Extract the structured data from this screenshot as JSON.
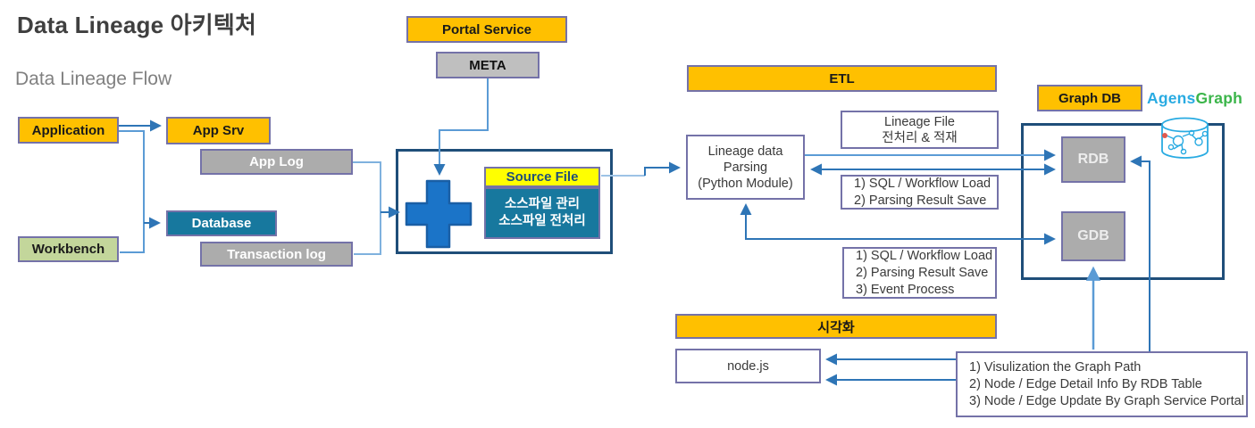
{
  "slide": {
    "title": "Data Lineage 아키텍처",
    "subtitle": "Data Lineage Flow"
  },
  "sources": {
    "application": "Application",
    "workbench": "Workbench",
    "app_srv": "App Srv",
    "app_log": "App Log",
    "database": "Database",
    "transaction_log": "Transaction log"
  },
  "portal": {
    "portal_service": "Portal Service",
    "meta": "META"
  },
  "source_file_module": {
    "header": "Source File",
    "desc_line1": "소스파일 관리",
    "desc_line2": "소스파일 전처리"
  },
  "etl": {
    "header": "ETL",
    "parsing_line1": "Lineage data",
    "parsing_line2": "Parsing",
    "parsing_line3": "(Python Module)",
    "lineage_file_line1": "Lineage File",
    "lineage_file_line2": "전처리 & 적재",
    "rdb_note_line1": "1) SQL / Workflow Load",
    "rdb_note_line2": "2) Parsing Result Save",
    "gdb_note_line1": "1) SQL / Workflow Load",
    "gdb_note_line2": "2) Parsing Result Save",
    "gdb_note_line3": "3) Event Process"
  },
  "graphdb": {
    "header": "Graph DB",
    "brand_agens": "Agens",
    "brand_graph": "Graph",
    "rdb": "RDB",
    "gdb": "GDB"
  },
  "visualization": {
    "header": "시각화",
    "nodejs": "node.js",
    "note_line1": "1) Visulization the Graph Path",
    "note_line2": "2) Node / Edge Detail Info By RDB Table",
    "note_line3": "3) Node / Edge Update By Graph Service Portal"
  },
  "colors": {
    "accent_orange": "#FFC000",
    "accent_yellow": "#FFFF00",
    "teal": "#17789E",
    "green": "#C3D69B",
    "gray_box": "#ACACAC",
    "meta_gray": "#BFBFBF",
    "border_purple": "#7472A8",
    "container_navy": "#1F4E79",
    "arrow_blue": "#2E75B6",
    "arrow_light": "#5B9BD5",
    "plus_blue": "#1B74C8",
    "brand_blue": "#29ABE2",
    "brand_green": "#3BB54A"
  }
}
